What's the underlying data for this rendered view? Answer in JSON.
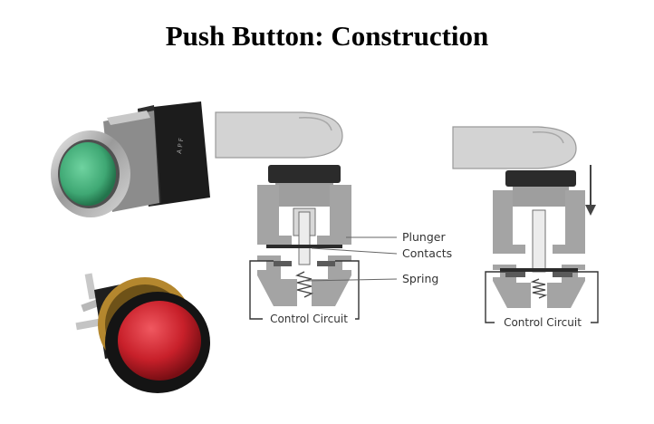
{
  "title": "Push Button: Construction",
  "labels": {
    "plunger": "Plunger",
    "contacts": "Contacts",
    "spring": "Spring",
    "control_circuit_left": "Control Circuit",
    "control_circuit_right": "Control Circuit"
  },
  "colors": {
    "housing": "#a4a4a4",
    "housing_dark": "#6f6f6f",
    "cap": "#2b2b2b",
    "finger": "#d3d3d3",
    "green_button": "#3fa874",
    "red_button": "#c8202a",
    "brass": "#b4872e"
  },
  "icons": [
    "finger-icon",
    "down-arrow-icon",
    "spring-icon"
  ]
}
